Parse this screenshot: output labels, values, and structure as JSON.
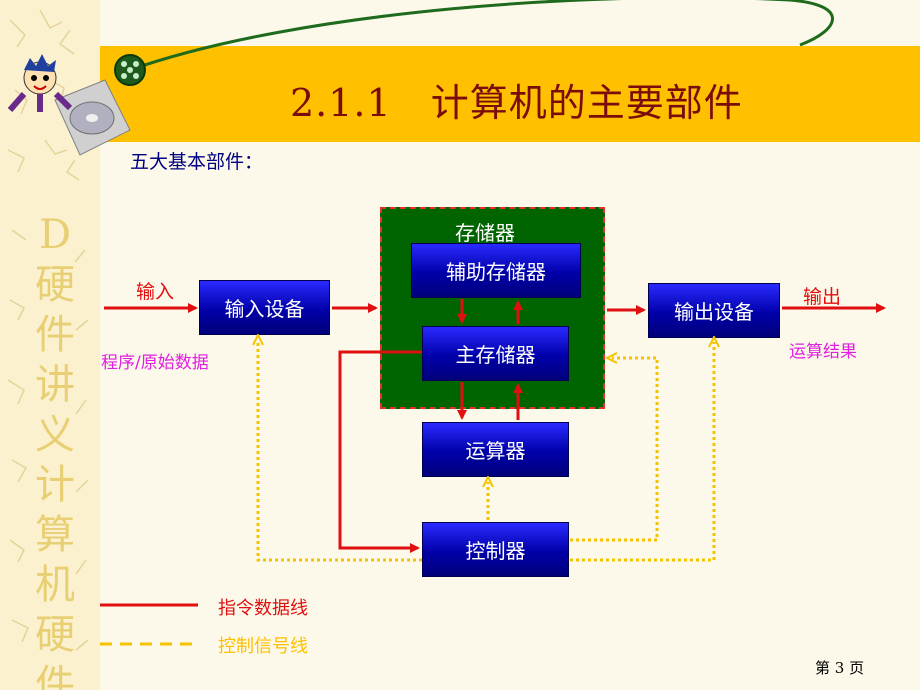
{
  "title": "2.1.1　计算机的主要部件",
  "subtitle": "五大基本部件：",
  "sidebar_text": [
    "D",
    "硬",
    "件",
    "讲",
    "义",
    "计",
    "算",
    "机",
    "硬",
    "件"
  ],
  "storage_label": "存储器",
  "boxes": {
    "aux_storage": "辅助存储器",
    "main_storage": "主存储器",
    "input_device": "输入设备",
    "output_device": "输出设备",
    "alu": "运算器",
    "controller": "控制器"
  },
  "labels": {
    "input": "输入",
    "output": "输出",
    "program_data": "程序/原始数据",
    "result": "运算结果"
  },
  "legend": [
    {
      "label": "指令数据线",
      "style": "solid",
      "color": "#e01010"
    },
    {
      "label": "控制信号线",
      "style": "dashed",
      "color": "#ffc000"
    }
  ],
  "footer": "第 3  页",
  "colors": {
    "instruction_line": "#e01010",
    "control_line": "#f5c400",
    "box_blue": "#0000a8",
    "storage_green": "#006400"
  }
}
